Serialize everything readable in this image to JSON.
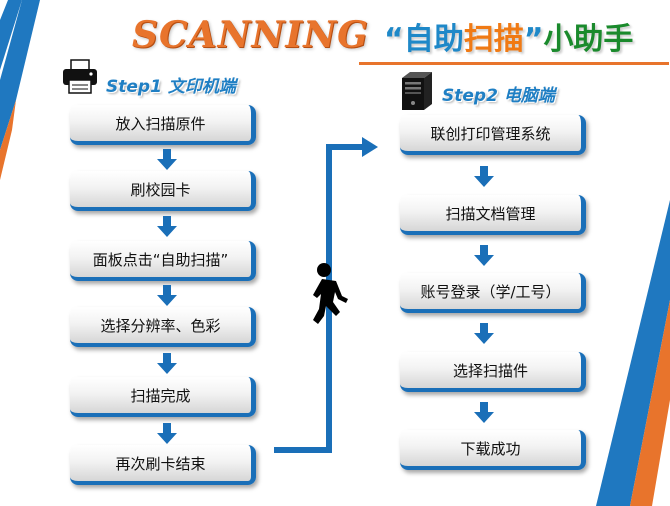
{
  "header": {
    "brand": "SCANNING",
    "headline_open": "“",
    "headline_highlight_a": "自助",
    "headline_highlight_b": "扫描",
    "headline_close": "”",
    "headline_rest": "小助手"
  },
  "step1": {
    "title": "Step1 文印机端",
    "icon": "printer-icon",
    "boxes": [
      "放入扫描原件",
      "刷校园卡",
      "面板点击“自助扫描”",
      "选择分辨率、色彩",
      "扫描完成",
      "再次刷卡结束"
    ]
  },
  "step2": {
    "title": "Step2 电脑端",
    "icon": "computer-tower-icon",
    "boxes": [
      "联创打印管理系统",
      "扫描文档管理",
      "账号登录（学/工号）",
      "选择扫描件",
      "下载成功"
    ]
  },
  "colors": {
    "accent_blue": "#1a6fb8",
    "accent_orange": "#e8742c",
    "accent_green": "#1a8a2c"
  }
}
